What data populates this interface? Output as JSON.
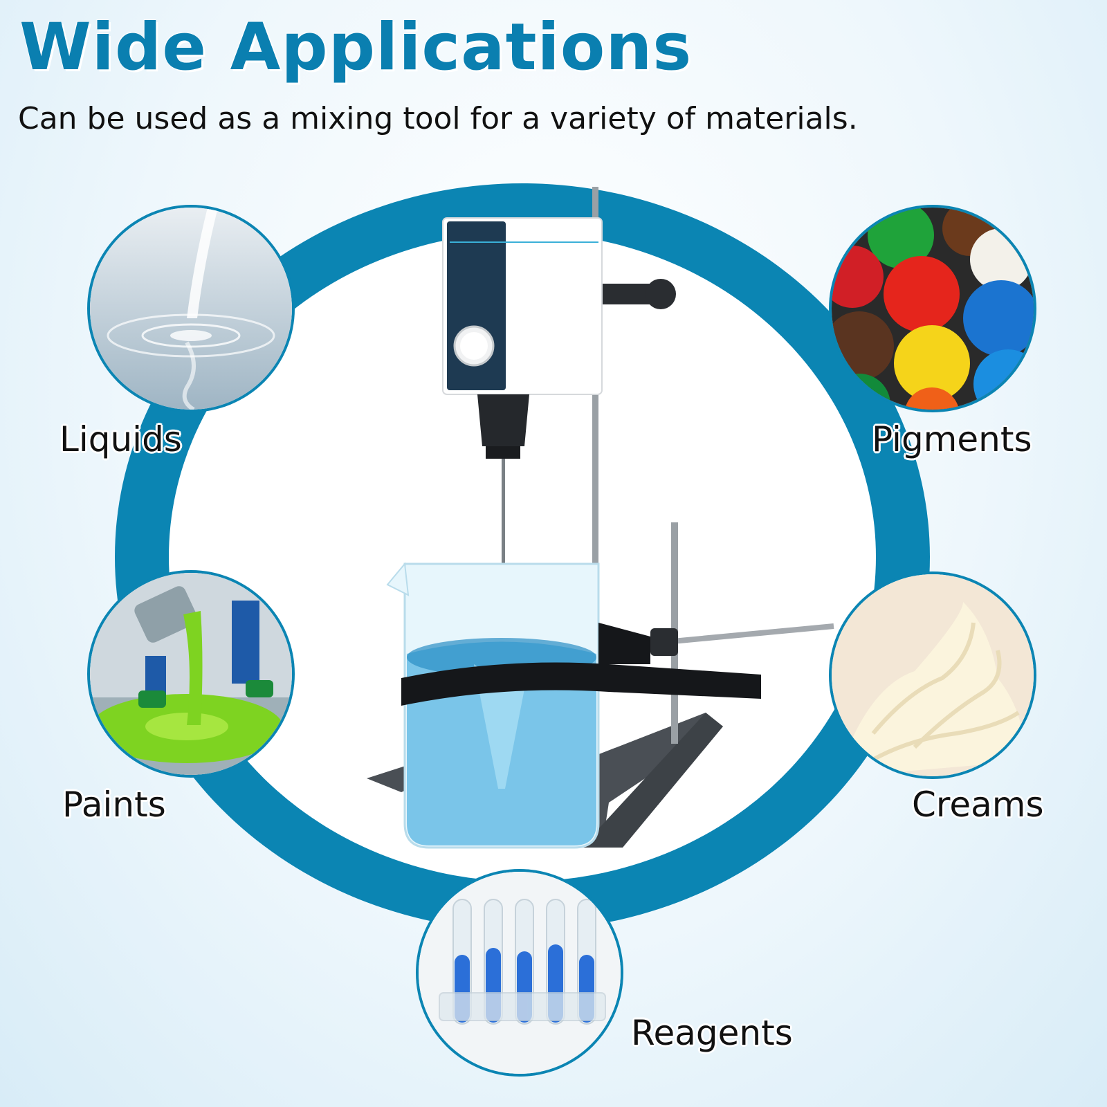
{
  "header": {
    "title": "Wide Applications",
    "subtitle": "Can be used as a mixing tool for a variety of materials."
  },
  "applications": [
    {
      "label": "Liquids",
      "icon": "water-splash-icon"
    },
    {
      "label": "Pigments",
      "icon": "paint-pots-icon"
    },
    {
      "label": "Paints",
      "icon": "green-paint-pour-icon"
    },
    {
      "label": "Creams",
      "icon": "cream-swirl-icon"
    },
    {
      "label": "Reagents",
      "icon": "test-tubes-icon"
    }
  ],
  "colors": {
    "accent": "#0b85b3",
    "title": "#0a7fb0",
    "text": "#111111"
  }
}
